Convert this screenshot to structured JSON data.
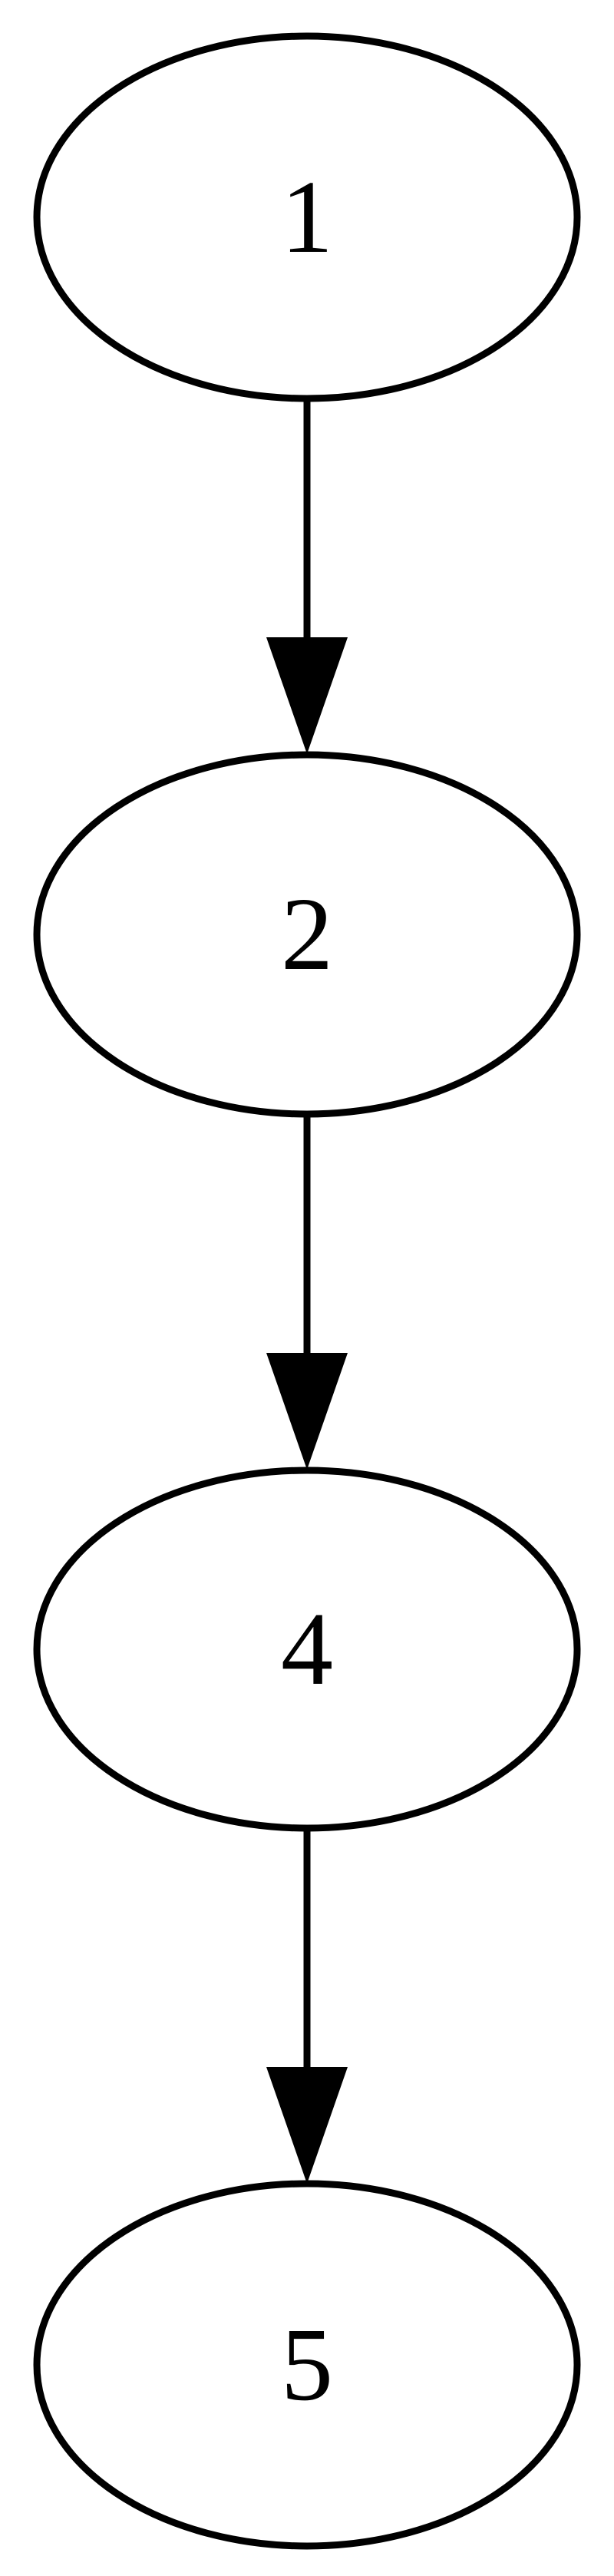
{
  "diagram": {
    "nodes": [
      {
        "id": "n1",
        "label": "1"
      },
      {
        "id": "n2",
        "label": "2"
      },
      {
        "id": "n4",
        "label": "4"
      },
      {
        "id": "n5",
        "label": "5"
      }
    ],
    "edges": [
      {
        "from": "n1",
        "to": "n2"
      },
      {
        "from": "n2",
        "to": "n4"
      },
      {
        "from": "n4",
        "to": "n5"
      }
    ],
    "colors": {
      "stroke": "#000000",
      "fill": "#ffffff",
      "text": "#000000"
    }
  }
}
